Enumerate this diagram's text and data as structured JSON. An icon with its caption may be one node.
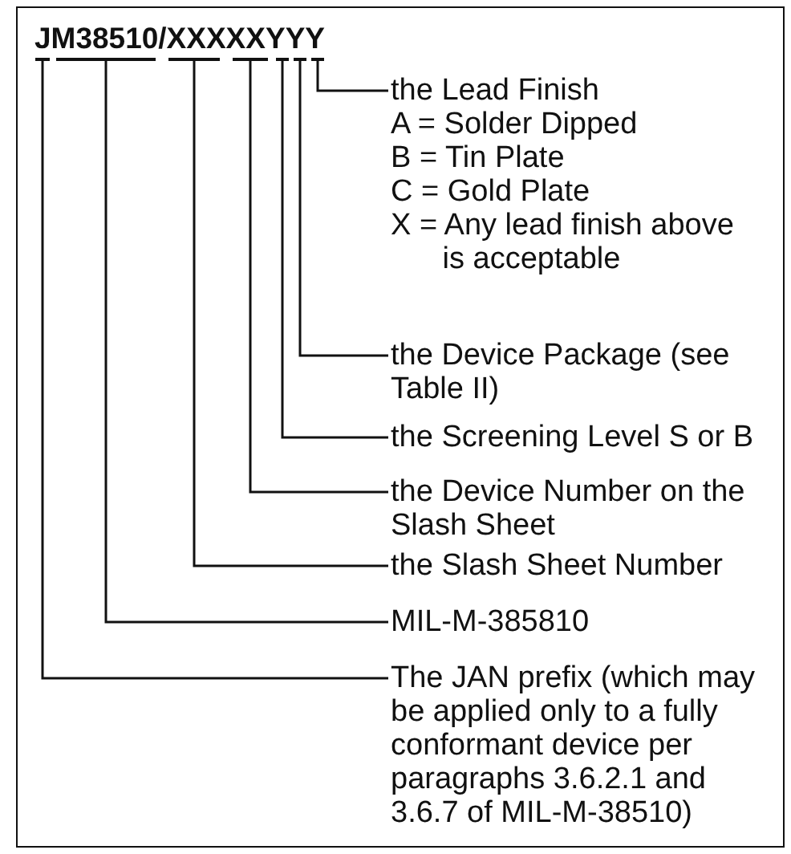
{
  "diagram": {
    "nodes": [
      {
        "text": [
          "JM38510/XXXXXYYY"
        ]
      },
      {
        "text": [],
        "shape": "bar",
        "in": 0
      },
      {
        "text": [],
        "shape": "bar",
        "in": 0
      },
      {
        "text": [],
        "shape": "bar",
        "in": 0
      },
      {
        "text": [],
        "shape": "bar",
        "in": 0
      },
      {
        "text": [],
        "shape": "bar",
        "in": 0
      },
      {
        "text": [],
        "shape": "bar",
        "in": 0
      },
      {
        "text": [],
        "shape": "bar",
        "in": 0
      },
      {
        "text": [
          "the Lead Finish",
          "A = Solder Dipped",
          "B = Tin Plate",
          "C = Gold Plate",
          "X = Any lead finish above is acceptable"
        ],
        "in": 0
      },
      {
        "text": [
          "the Device Package (see Table II)"
        ],
        "in": 0
      },
      {
        "text": [
          "the Screening Level S or B"
        ],
        "in": 0
      },
      {
        "text": [
          "the Device Number on the Slash Sheet"
        ],
        "in": 0
      },
      {
        "text": [
          "the Slash Sheet Number"
        ],
        "in": 0
      },
      {
        "text": [
          "MIL-M-385810"
        ],
        "in": 0
      },
      {
        "text": [
          "The JAN prefix (which may be applied only to a fully conformant device per paragraphs 3.6.2.1 and 3.6.7 of MIL-M-38510)"
        ],
        "in": 0
      }
    ],
    "edges": [
      {
        "from": 8,
        "to": 7,
        "arrow": "none"
      },
      {
        "from": 9,
        "to": 6,
        "arrow": "none"
      },
      {
        "from": 10,
        "to": 5,
        "arrow": "none"
      },
      {
        "from": 11,
        "to": 4,
        "arrow": "none"
      },
      {
        "from": 12,
        "to": 3,
        "arrow": "none"
      },
      {
        "from": 13,
        "to": 2,
        "arrow": "none"
      },
      {
        "from": 14,
        "to": 1,
        "arrow": "none"
      }
    ]
  }
}
